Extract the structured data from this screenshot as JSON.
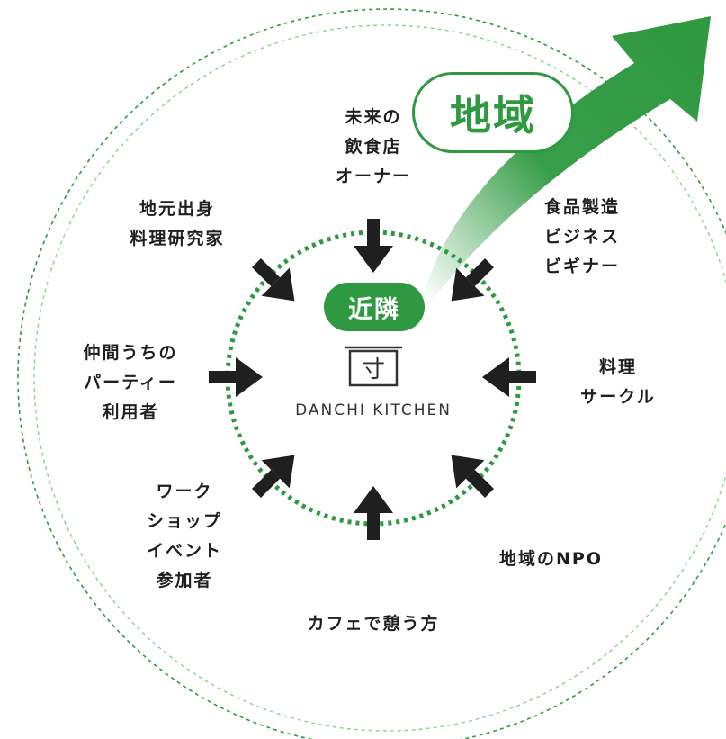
{
  "labels": {
    "chiiki": "地域",
    "kinrin": "近隣",
    "brand_name": "DANCHI KITCHEN",
    "brand_mark": "寸"
  },
  "stakeholders": {
    "future_owner": [
      "未来の",
      "飲食店",
      "オーナー"
    ],
    "local_chef": [
      "地元出身",
      "料理研究家"
    ],
    "food_business": [
      "食品製造",
      "ビジネス",
      "ビギナー"
    ],
    "party_users": [
      "仲間うちの",
      "パーティー",
      "利用者"
    ],
    "cooking_circle": [
      "料理",
      "サークル"
    ],
    "workshop": [
      "ワーク",
      "ショップ",
      "イベント",
      "参加者"
    ],
    "npo": [
      "地域のNPO"
    ],
    "cafe": [
      "カフェで憩う方"
    ]
  },
  "colors": {
    "green": "#2e9940",
    "light_green": "#8fcf8f",
    "arrow_dark": "#1f1f1f",
    "text": "#1f1f1f"
  }
}
